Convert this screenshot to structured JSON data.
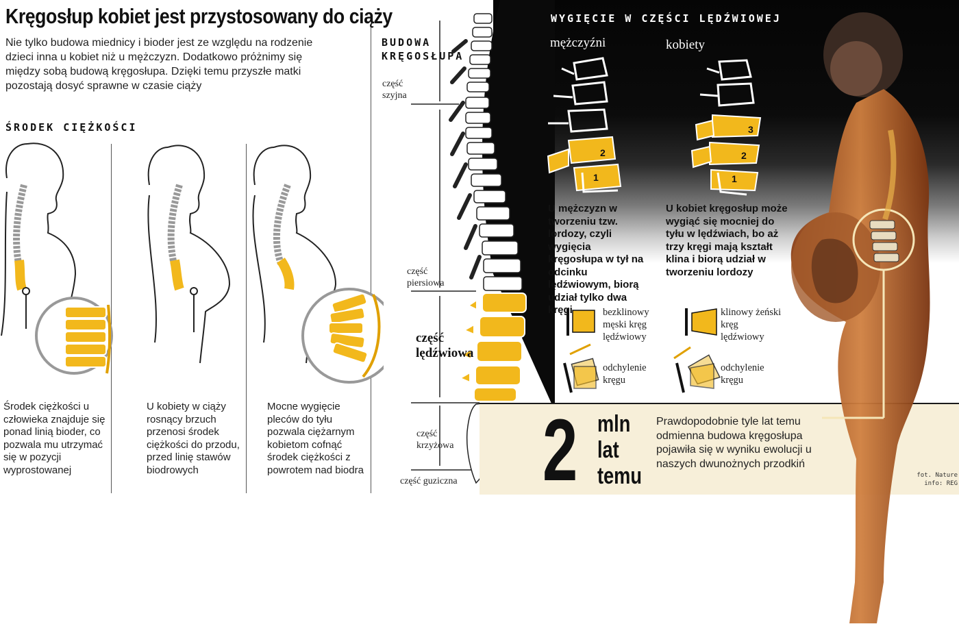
{
  "title": "Kręgosłup kobiet jest przystosowany do ciąży",
  "intro": "Nie tylko budowa miednicy i bioder jest ze względu na rodzenie dzieci inna u kobiet niż u mężczyzn. Dodatkowo prόżnimy się między sobą budową kręgosłupa. Dzięki temu przyszłe matki pozostają dosyć sprawne w czasie ciąży",
  "center_of_gravity": {
    "heading": "ŚRODEK CIĘŻKOŚCI",
    "panels": [
      {
        "caption": "Środek ciężkości u człowieka znajduje się ponad linią bioder, co pozwala mu utrzymać się w pozycji wyprostowanej"
      },
      {
        "caption": "U kobiety w ciąży rosnący brzuch przenosi środek ciężkości do przodu, przed linię stawów biodrowych"
      },
      {
        "caption": "Mocne wygięcie pleców do tyłu pozwala ciężarnym kobietom cofnąć środek ciężkości z powrotem nad biodra"
      }
    ]
  },
  "spine": {
    "heading_line1": "BUDOWA",
    "heading_line2": "KRĘGOSŁUPA",
    "sections": {
      "cervical": "część szyjna",
      "thoracic": "część piersiowa",
      "lumbar": "część lędźwiowa",
      "sacral": "część krzyżowa",
      "coccyx": "część guziczna"
    }
  },
  "lumbar_curve": {
    "heading": "WYGIĘCIE W CZĘŚCI LĘDŹWIOWEJ",
    "men_label": "mężczyźni",
    "women_label": "kobiety",
    "men_numbers": [
      "2",
      "1"
    ],
    "women_numbers": [
      "3",
      "2",
      "1"
    ],
    "men_text_a": "U mężczyzn w tworzeniu tzw. lordozy, czyli wygięcia kręgosłupa w tył na odcinku lędźwiowym, biorą udział tylko",
    "men_text_bold": "dwa kręgi",
    "women_text_a": "U kobiet kręgosłup może wygiąć się mocniej do tyłu w lędźwiach, bo aż",
    "women_text_bold": "trzy kręgi",
    "women_text_b": "mają kształt klina i biorą udział w tworzeniu lordozy"
  },
  "legend": {
    "male_vertebra": "bezklinowy męski kręg lędźwiowy",
    "female_vertebra": "klinowy żeński kręg lędźwiowy",
    "tilt_male": "odchylenie kręgu",
    "tilt_female": "odchylenie kręgu"
  },
  "evolution": {
    "number": "2",
    "unit_line1": "mln",
    "unit_line2": "lat",
    "unit_line3": "temu",
    "text": "Prawdopodobnie tyle lat temu odmienna budowa kręgosłupa pojawiła się w wyniku ewolucji u naszych dwunożnych przodkiń"
  },
  "credits": {
    "photo": "fot. Nature",
    "info": "info: REG"
  },
  "colors": {
    "vertebra": "#f2b81c",
    "dark_bg": "#0a0a0a",
    "cream": "#f7efd9",
    "skin": "#c9733a"
  }
}
